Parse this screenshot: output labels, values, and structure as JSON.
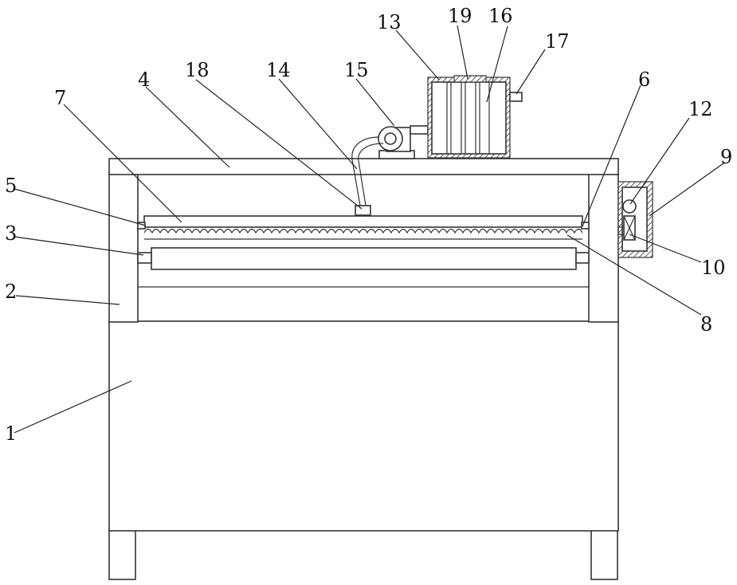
{
  "labels": {
    "l1": "1",
    "l2": "2",
    "l3": "3",
    "l4": "4",
    "l5": "5",
    "l6": "6",
    "l7": "7",
    "l8": "8",
    "l9": "9",
    "l10": "10",
    "l12": "12",
    "l13": "13",
    "l14": "14",
    "l15": "15",
    "l16": "16",
    "l17": "17",
    "l18": "18",
    "l19": "19"
  }
}
